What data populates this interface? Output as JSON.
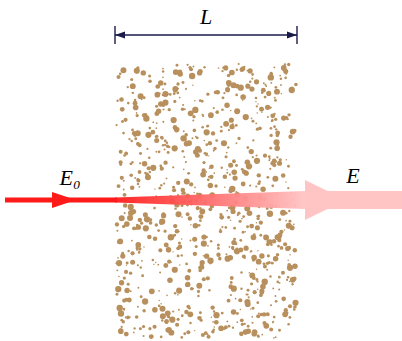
{
  "diagram": {
    "labels": [
      "L",
      "E₀",
      "E"
    ]
  }
}
